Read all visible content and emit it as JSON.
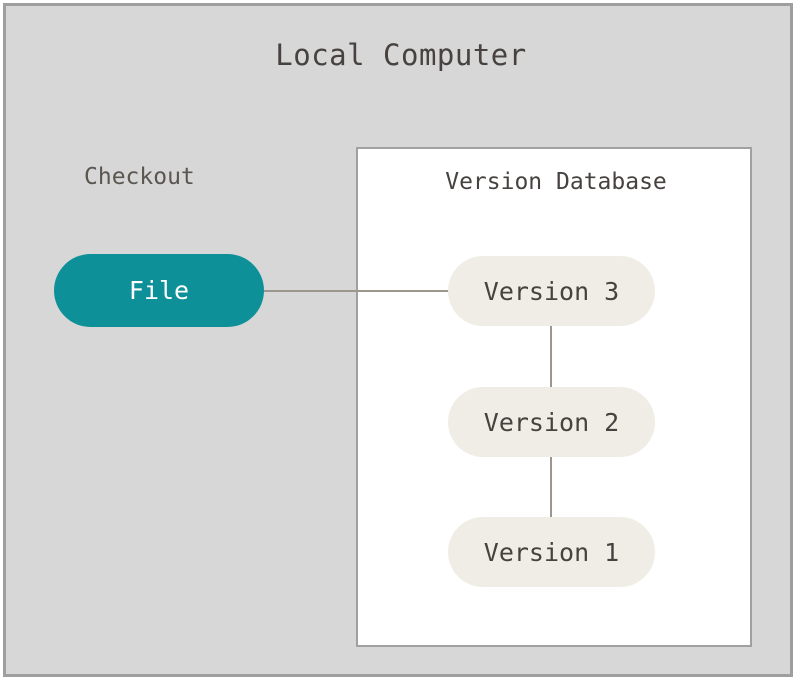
{
  "diagram": {
    "title": "Local Computer",
    "colors": {
      "frame_background": "#d7d7d7",
      "frame_border": "#9e9e9e",
      "panel_background": "#ffffff",
      "panel_border": "#a0a0a0",
      "checkout_node": "#0e9098",
      "checkout_node_text": "#ffffff",
      "version_node": "#efede5",
      "version_node_text": "#474240",
      "connector": "#9c968f",
      "title_text": "#474240",
      "label_text": "#5c5651"
    },
    "checkout": {
      "label": "Checkout",
      "node_label": "File"
    },
    "version_database": {
      "title": "Version Database",
      "versions": [
        {
          "label": "Version 3"
        },
        {
          "label": "Version 2"
        },
        {
          "label": "Version 1"
        }
      ]
    },
    "connections": [
      {
        "from": "File",
        "to": "Version 3",
        "orientation": "horizontal"
      },
      {
        "from": "Version 3",
        "to": "Version 2",
        "orientation": "vertical"
      },
      {
        "from": "Version 2",
        "to": "Version 1",
        "orientation": "vertical"
      }
    ]
  }
}
